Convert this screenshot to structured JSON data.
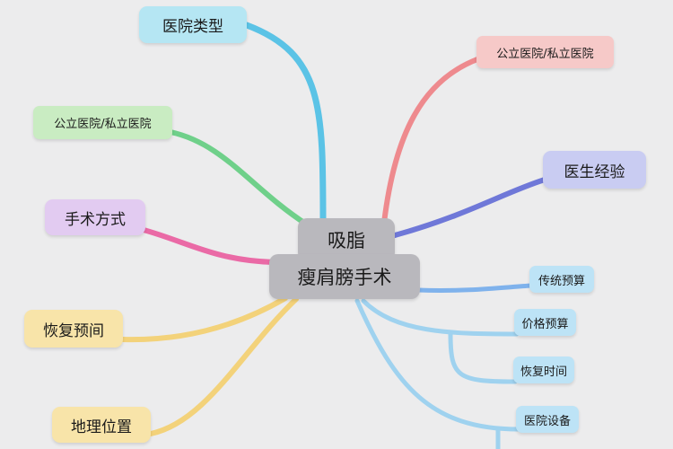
{
  "center": {
    "line1": "吸脂",
    "line2": "瘦肩膀手术"
  },
  "branches": {
    "hospital_type": "医院类型",
    "public_private_right": "公立医院/私立医院",
    "public_private_left": "公立医院/私立医院",
    "doctor_experience": "医生经验",
    "surgery_method": "手术方式",
    "recovery": "恢复预间",
    "location": "地理位置",
    "traditional_budget": "传统预算",
    "price_budget": "价格预算",
    "recovery_time": "恢复时间",
    "hospital_equipment": "医院设备"
  },
  "colors": {
    "cyan": "#5bc3e6",
    "red": "#ee8a8e",
    "green": "#6fd08a",
    "indigo": "#6f78d8",
    "pink": "#ea6aa6",
    "yellow": "#f3d27a",
    "lightblue": "#9fd2ef"
  }
}
